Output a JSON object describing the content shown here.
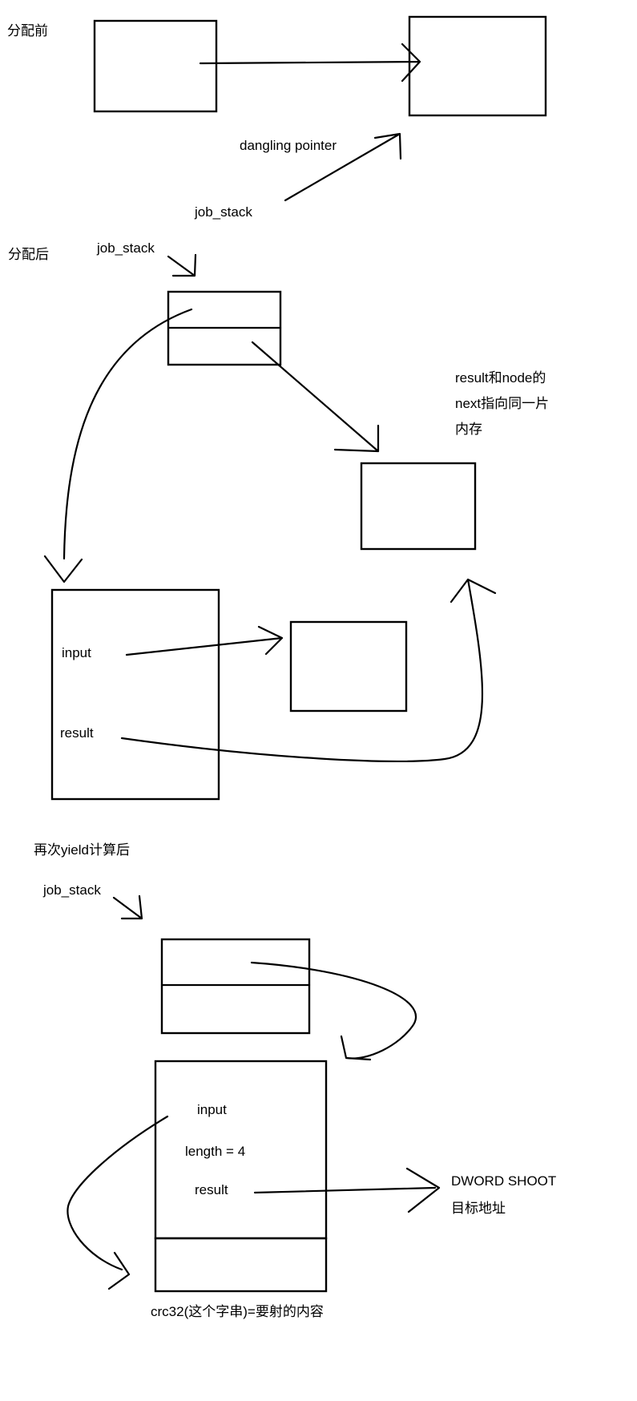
{
  "before": {
    "section_label": "分配前",
    "dangling_label": "dangling pointer",
    "job_stack_label": "job_stack"
  },
  "after": {
    "section_label": "分配后",
    "job_stack_label": "job_stack",
    "note": "result和node的\nnext指向同一片\n内存",
    "input_label": "input",
    "result_label": "result"
  },
  "yield": {
    "section_label": "再次yield计算后",
    "job_stack_label": "job_stack",
    "input_label": "input",
    "length_label": "length = 4",
    "result_label": "result",
    "target_line1": "DWORD SHOOT",
    "target_line2": "目标地址",
    "crc_label": "crc32(这个字串)=要射的内容"
  }
}
